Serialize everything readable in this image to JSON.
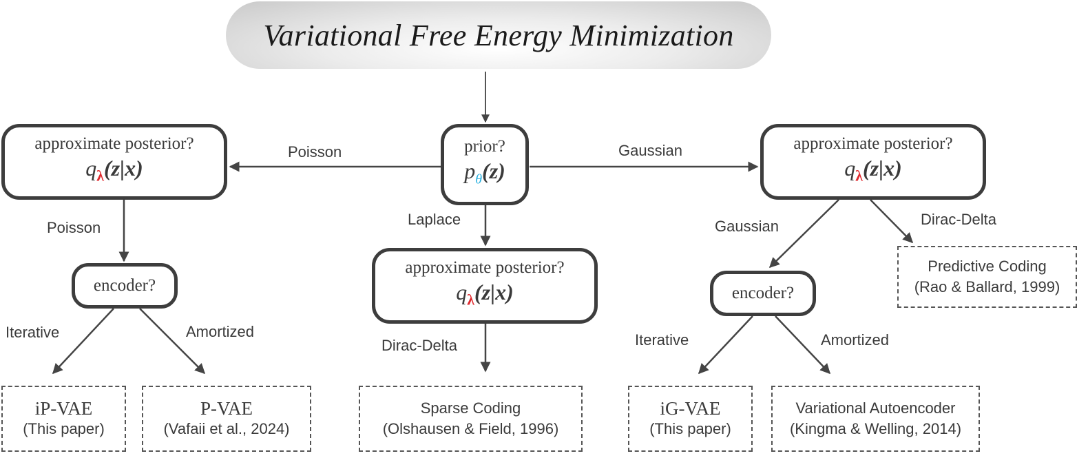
{
  "title": "Variational Free Energy Minimization",
  "nodes": {
    "prior": {
      "question": "prior?",
      "var": "p",
      "sub": "θ",
      "arg": "(z)"
    },
    "post_left": {
      "question": "approximate posterior?",
      "var": "q",
      "sub": "λ",
      "arg": "(z|x)"
    },
    "post_center": {
      "question": "approximate posterior?",
      "var": "q",
      "sub": "λ",
      "arg": "(z|x)"
    },
    "post_right": {
      "question": "approximate posterior?",
      "var": "q",
      "sub": "λ",
      "arg": "(z|x)"
    },
    "enc_left": {
      "question": "encoder?"
    },
    "enc_right": {
      "question": "encoder?"
    }
  },
  "edge_labels": {
    "prior_to_left": "Poisson",
    "prior_to_right": "Gaussian",
    "prior_to_center": "Laplace",
    "left_to_encoder": "Poisson",
    "center_to_leaf": "Dirac-Delta",
    "right_to_encoder": "Gaussian",
    "right_to_leaf": "Dirac-Delta",
    "enc_left_iterative": "Iterative",
    "enc_left_amortized": "Amortized",
    "enc_right_iterative": "Iterative",
    "enc_right_amortized": "Amortized"
  },
  "leaves": {
    "ip_vae": {
      "name": "iP-VAE",
      "ref": "(This paper)"
    },
    "p_vae": {
      "name": "P-VAE",
      "ref": "(Vafaii et al., 2024)"
    },
    "sparse_coding": {
      "name": "Sparse Coding",
      "ref": "(Olshausen & Field, 1996)"
    },
    "ig_vae": {
      "name": "iG-VAE",
      "ref": "(This paper)"
    },
    "vae": {
      "name": "Variational Autoencoder",
      "ref": "(Kingma & Welling, 2014)"
    },
    "predictive_coding": {
      "name": "Predictive Coding",
      "ref": "(Rao & Ballard, 1999)"
    }
  },
  "colors": {
    "stroke": "#3d3d3d",
    "lambda": "#e0282d",
    "theta": "#2ab0df"
  }
}
